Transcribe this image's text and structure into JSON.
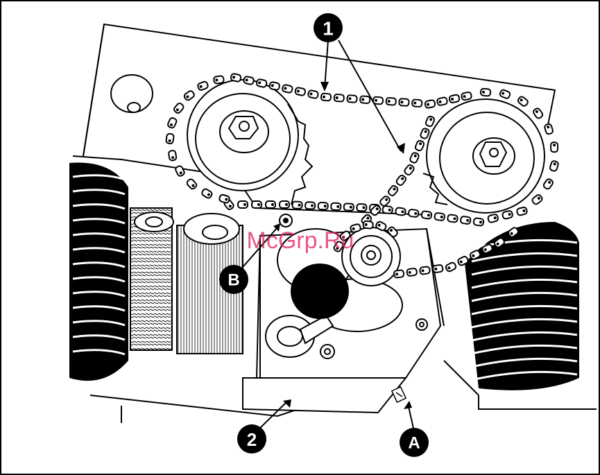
{
  "callouts": {
    "one": "1",
    "two": "2",
    "a": "A",
    "b": "B"
  },
  "watermark": "McGrp.Ru",
  "colors": {
    "ink": "#000000",
    "paper": "#ffffff",
    "watermark": "#e0205a"
  }
}
